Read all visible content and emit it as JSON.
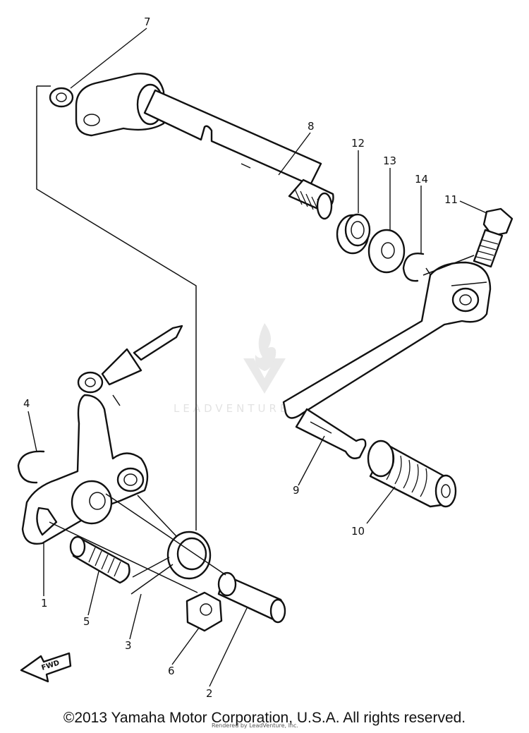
{
  "callouts": {
    "p1": "1",
    "p2": "2",
    "p3": "3",
    "p4": "4",
    "p5": "5",
    "p6": "6",
    "p7": "7",
    "p8": "8",
    "p9": "9",
    "p10": "10",
    "p11": "11",
    "p12": "12",
    "p13": "13",
    "p14": "14"
  },
  "fwd_arrow_label": "FWD",
  "watermark": "LEADVENTURE",
  "copyright": "©2013 Yamaha Motor Corporation, U.S.A. All rights reserved.",
  "rendered_by": "Rendered by LeadVenture, Inc."
}
